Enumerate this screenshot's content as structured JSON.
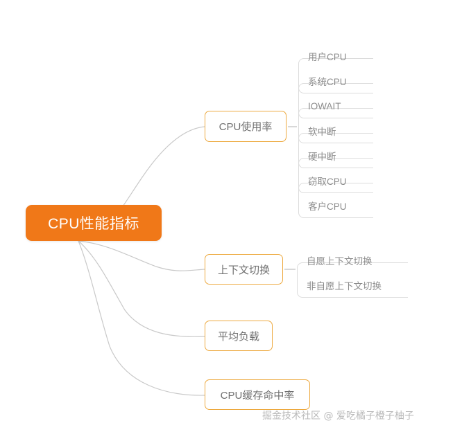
{
  "diagram": {
    "type": "mindmap",
    "title": "CPU性能指标",
    "root": {
      "label": "CPU性能指标",
      "color": "#f07818",
      "text_color": "#ffffff"
    },
    "branch_color": "#eda93f",
    "leaf_color": "#dcdcdc",
    "connector_color": "#c9c9c9",
    "branches": [
      {
        "id": "cpu-usage",
        "label": "CPU使用率",
        "children": [
          {
            "label": "用户CPU"
          },
          {
            "label": "系统CPU"
          },
          {
            "label": "IOWAIT"
          },
          {
            "label": "软中断"
          },
          {
            "label": "硬中断"
          },
          {
            "label": "窃取CPU"
          },
          {
            "label": "客户CPU"
          }
        ]
      },
      {
        "id": "ctx-switch",
        "label": "上下文切换",
        "children": [
          {
            "label": "自愿上下文切换"
          },
          {
            "label": "非自愿上下文切换"
          }
        ]
      },
      {
        "id": "load-average",
        "label": "平均负载",
        "children": []
      },
      {
        "id": "cache-hit-rate",
        "label": "CPU缓存命中率",
        "children": []
      }
    ]
  },
  "watermark": {
    "text": "掘金技术社区 @ 爱吃橘子橙子柚子"
  }
}
